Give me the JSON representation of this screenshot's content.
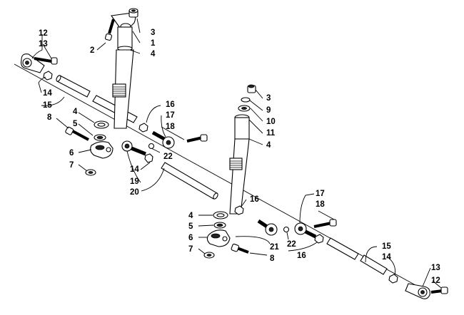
{
  "callouts": {
    "l12a": "12",
    "l13a": "13",
    "l2": "2",
    "l3a": "3",
    "l1": "1",
    "l4a": "4",
    "l14a": "14",
    "l15a": "15",
    "l8a": "8",
    "l4b": "4",
    "l5a": "5",
    "l16a": "16",
    "l17a": "17",
    "l18a": "18",
    "l6a": "6",
    "l7a": "7",
    "l22a": "22",
    "l14b": "14",
    "l19": "19",
    "l20": "20",
    "l3b": "3",
    "l9": "9",
    "l10": "10",
    "l11": "11",
    "l4c": "4",
    "l16b": "16",
    "l4d": "4",
    "l5b": "5",
    "l6b": "6",
    "l7b": "7",
    "l21": "21",
    "l8b": "8",
    "l22b": "22",
    "l16c": "16",
    "l17b": "17",
    "l18b": "18",
    "l15b": "15",
    "l14c": "14",
    "l13b": "13",
    "l12b": "12"
  }
}
